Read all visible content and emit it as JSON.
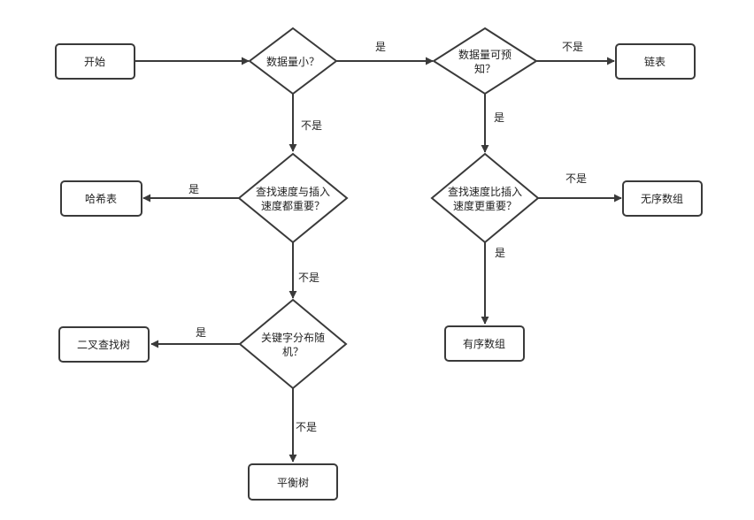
{
  "colors": {
    "stroke": "#3a3a3a",
    "fill": "#ffffff",
    "text": "#222222"
  },
  "nodes": {
    "start": "开始",
    "small_data": [
      "数据量小？"
    ],
    "predictable": [
      "数据量可预",
      "知？"
    ],
    "linked_list": "链表",
    "speed_equal": [
      "查找速度与插入",
      "速度都重要？"
    ],
    "hash_table": "哈希表",
    "speed_search": [
      "查找速度比插入",
      "速度更重要？"
    ],
    "unordered_array": "无序数组",
    "ordered_array": "有序数组",
    "key_random": [
      "关键字分布随",
      "机？"
    ],
    "bst": "二叉查找树",
    "balanced_tree": "平衡树"
  },
  "edges": {
    "small_yes": "是",
    "small_no": "不是",
    "pred_no": "不是",
    "pred_yes": "是",
    "speq_yes": "是",
    "speq_no": "不是",
    "spsr_no": "不是",
    "spsr_yes": "是",
    "rand_yes": "是",
    "rand_no": "不是"
  }
}
